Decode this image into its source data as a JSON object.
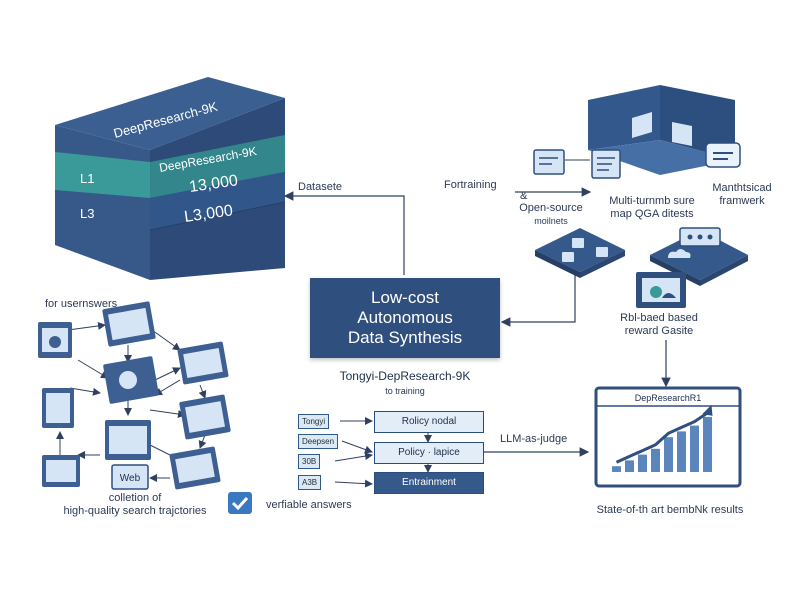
{
  "stack": {
    "top_label": "DeepResearch-9K",
    "band_label": "DeepResearch-9K",
    "row1_left": "L1",
    "row1_right": "13,000",
    "row2_left": "L3",
    "row2_right": "L3,000"
  },
  "labels": {
    "dataset": "Datasete",
    "for_answers": "for usernswers",
    "collection_line1": "colletion of",
    "collection_line2": "high-quality search trajctories",
    "verifiable": "verfiable answers",
    "web_node": "Web",
    "tongyi_title": "Tongyi-DepResearch-9K",
    "tongyi_sub": "to training",
    "llm_judge": "LLM-as-judge",
    "fortraining": "Fortraining",
    "amp": "&",
    "open_source_line1": "Open-source",
    "open_source_line2": "moilnets",
    "multi_turn_line1": "Multi-turnmb sure",
    "multi_turn_line2": "map QGA ditests",
    "math_line1": "Manthtsicad",
    "math_line2": "framwerk",
    "rubric_line1": "Rbl-baed based",
    "rubric_line2": "reward Gasite",
    "state_of_art": "State-of-th art bembNk results"
  },
  "center": {
    "line1": "Low-cost",
    "line2": "Autonomous",
    "line3": "Data Synthesis"
  },
  "left_tags": [
    "Tongyi",
    "Deepsen",
    "30B",
    "A3B"
  ],
  "pipeline": [
    "Rolicy nodal",
    "Policy · lapice",
    "Entrainment"
  ],
  "chart": {
    "title": "DepResearchR1"
  },
  "chart_data": {
    "type": "bar",
    "values": [
      1,
      2,
      3,
      4,
      6,
      7,
      8,
      9.5
    ],
    "ylim": [
      0,
      10
    ]
  },
  "colors": {
    "navy": "#2f4f7f",
    "teal": "#3a9a9a",
    "light_blue": "#cfe0f2",
    "accent": "#3a78c2"
  }
}
